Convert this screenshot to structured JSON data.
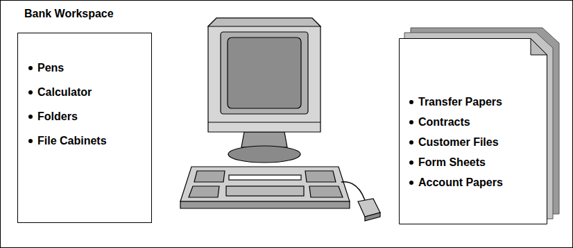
{
  "diagram": {
    "nodes": [
      {
        "text": [
          "Bank Workspace"
        ]
      },
      {
        "text": [
          "Pens",
          "Calculator",
          "Folders",
          "File Cabinets"
        ],
        "in": 0
      },
      {
        "text": [
          "Transfer Papers",
          "Contracts",
          "Customer Files",
          "Form Sheets",
          "Account Papers"
        ],
        "in": 0
      }
    ]
  }
}
